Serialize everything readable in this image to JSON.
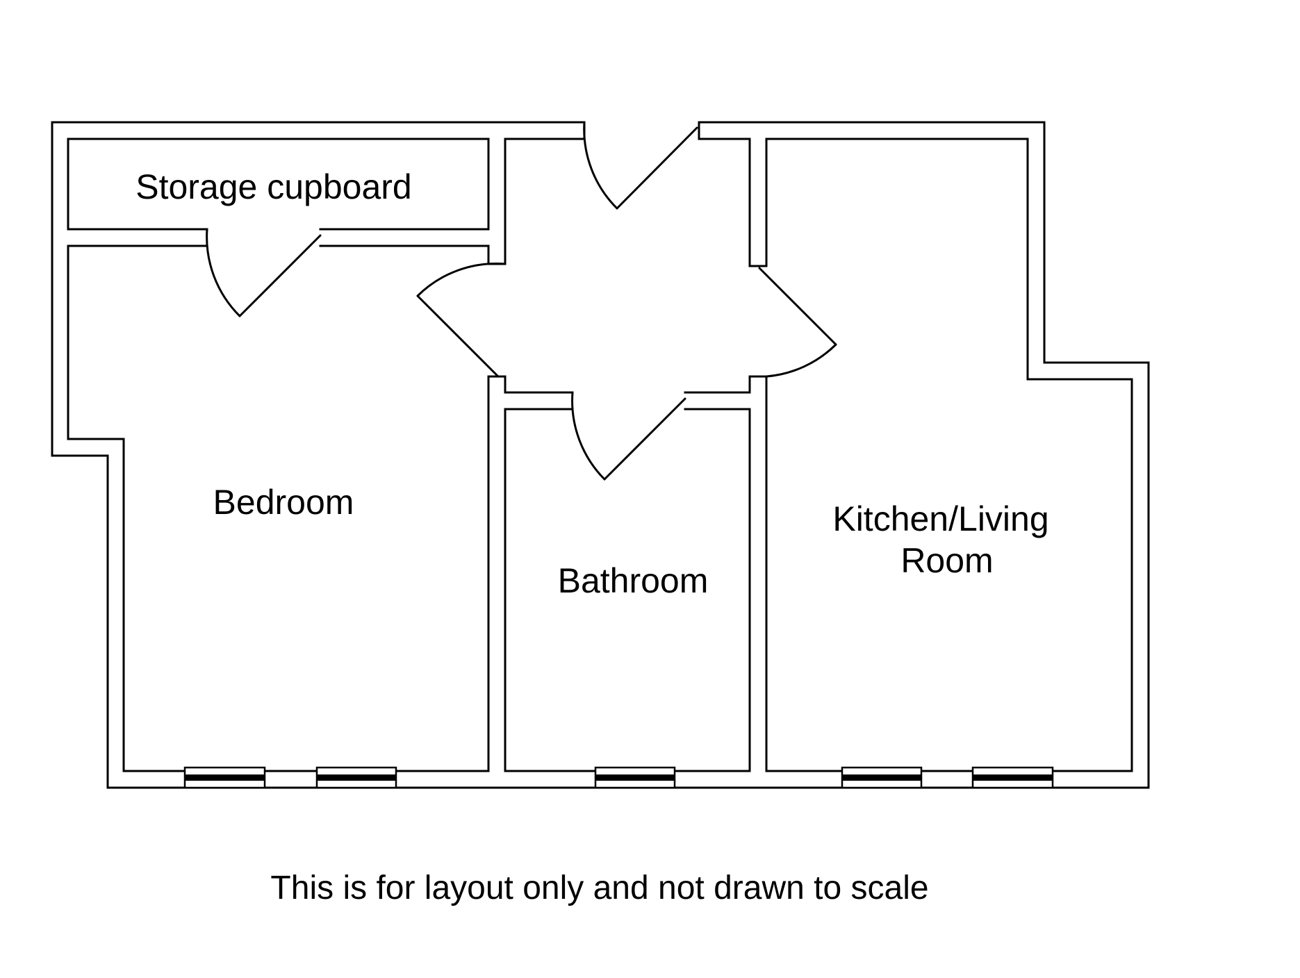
{
  "plan": {
    "rooms": {
      "storage": "Storage cupboard",
      "bedroom": "Bedroom",
      "bathroom": "Bathroom",
      "kitchen_line1": "Kitchen/Living",
      "kitchen_line2": "Room"
    },
    "disclaimer": "This is for layout only and not drawn to scale",
    "colors": {
      "line": "#000000",
      "background": "#ffffff"
    }
  }
}
